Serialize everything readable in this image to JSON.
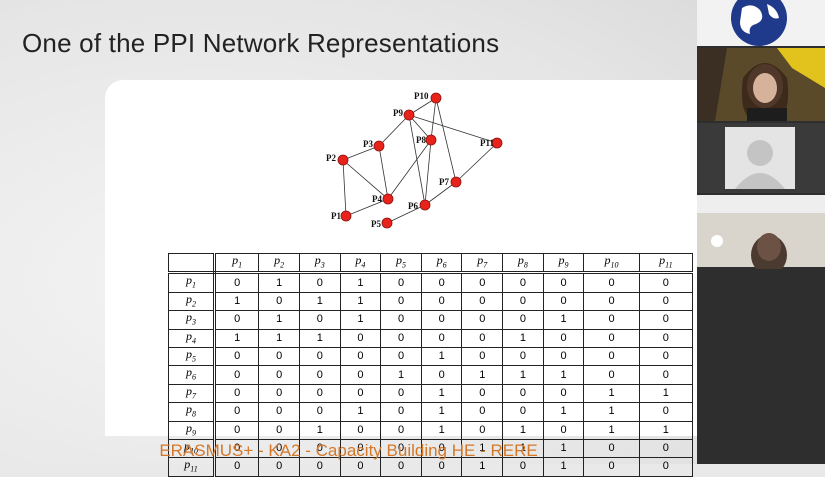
{
  "slide": {
    "title": "One of the PPI Network Representations",
    "footer": "ERASMUS+ - KA2 - Capacity Building HE - RERE"
  },
  "network": {
    "nodes": [
      {
        "label": "P1"
      },
      {
        "label": "P2"
      },
      {
        "label": "P3"
      },
      {
        "label": "P4"
      },
      {
        "label": "P5"
      },
      {
        "label": "P6"
      },
      {
        "label": "P7"
      },
      {
        "label": "P8"
      },
      {
        "label": "P9"
      },
      {
        "label": "P10"
      },
      {
        "label": "P11"
      }
    ],
    "node_color": "#e8231c"
  },
  "matrix": {
    "headers": [
      "p1",
      "p2",
      "p3",
      "p4",
      "p5",
      "p6",
      "p7",
      "p8",
      "p9",
      "p10",
      "p11"
    ],
    "rows": [
      [
        0,
        1,
        0,
        1,
        0,
        0,
        0,
        0,
        0,
        0,
        0
      ],
      [
        1,
        0,
        1,
        1,
        0,
        0,
        0,
        0,
        0,
        0,
        0
      ],
      [
        0,
        1,
        0,
        1,
        0,
        0,
        0,
        0,
        1,
        0,
        0
      ],
      [
        1,
        1,
        1,
        0,
        0,
        0,
        0,
        1,
        0,
        0,
        0
      ],
      [
        0,
        0,
        0,
        0,
        0,
        1,
        0,
        0,
        0,
        0,
        0
      ],
      [
        0,
        0,
        0,
        0,
        1,
        0,
        1,
        1,
        1,
        0,
        0
      ],
      [
        0,
        0,
        0,
        0,
        0,
        1,
        0,
        0,
        0,
        1,
        1
      ],
      [
        0,
        0,
        0,
        1,
        0,
        1,
        0,
        0,
        1,
        1,
        0
      ],
      [
        0,
        0,
        1,
        0,
        0,
        1,
        0,
        1,
        0,
        1,
        1
      ],
      [
        0,
        0,
        0,
        0,
        0,
        0,
        1,
        1,
        1,
        0,
        0
      ],
      [
        0,
        0,
        0,
        0,
        0,
        0,
        1,
        0,
        1,
        0,
        0
      ]
    ]
  },
  "participants": [
    {
      "name": "logo-tile"
    },
    {
      "name": "speaker-video"
    },
    {
      "name": "avatar-placeholder"
    },
    {
      "name": "participant-video"
    }
  ],
  "colors": {
    "footer": "#d4782a",
    "sidebar": "#2e2e2e"
  }
}
